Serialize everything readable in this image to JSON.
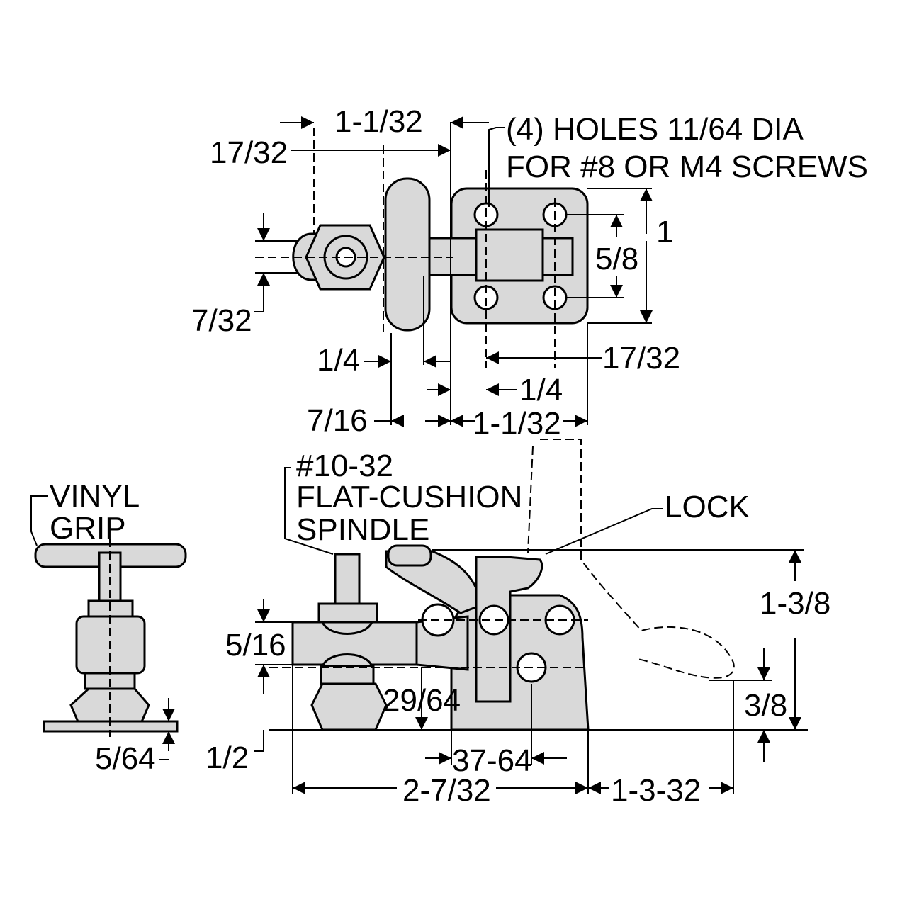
{
  "labels": {
    "holes_line1": "(4) HOLES 11/64 DIA",
    "holes_line2": "FOR #8 OR M4 SCREWS",
    "top_1_1_32": "1-1/32",
    "top_17_32": "17/32",
    "top_7_32": "7/32",
    "top_1": "1",
    "top_5_8": "5/8",
    "top_1_4_left": "1/4",
    "top_17_32_right": "17/32",
    "top_1_4_mid": "1/4",
    "top_7_16": "7/16",
    "top_1_1_32_bottom": "1-1/32",
    "spindle_line1": "#10-32",
    "spindle_line2": "FLAT-CUSHION",
    "spindle_line3": "SPINDLE",
    "lock": "LOCK",
    "vinyl_line1": "VINYL",
    "vinyl_line2": "GRIP",
    "side_5_16": "5/16",
    "side_29_64": "29/64",
    "side_1_2": "1/2",
    "side_5_64": "5/64",
    "side_37_64": "37-64",
    "side_2_7_32": "2-7/32",
    "side_1_3_32": "1-3-32",
    "side_1_3_8": "1-3/8",
    "side_3_8": "3/8"
  }
}
